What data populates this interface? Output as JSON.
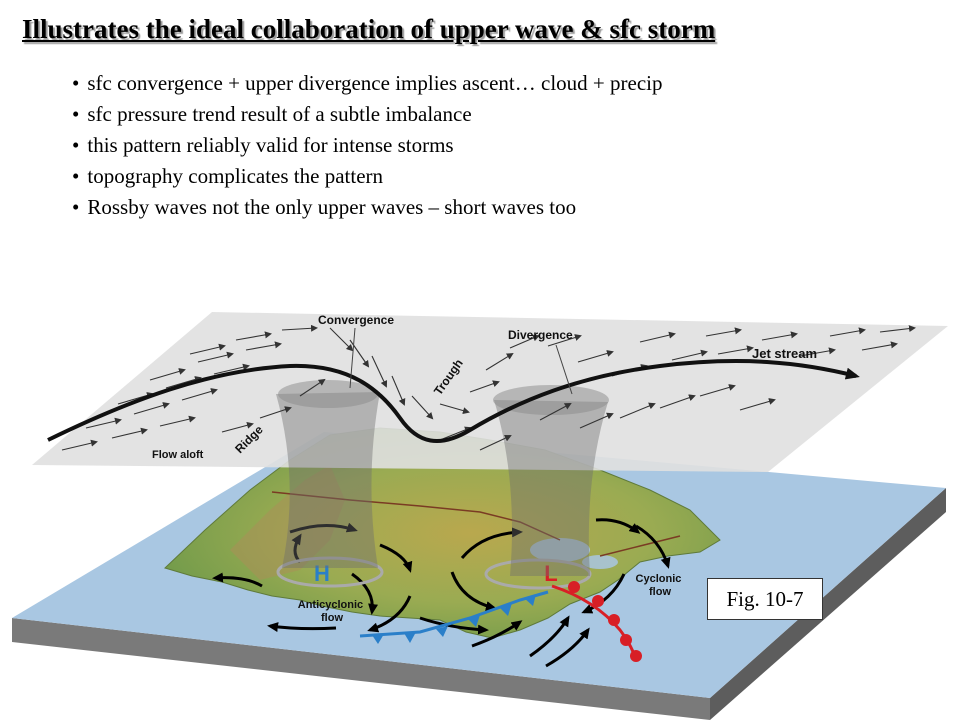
{
  "slide": {
    "title": "Illustrates the ideal collaboration of upper wave & sfc storm",
    "bullets": [
      "sfc convergence + upper divergence implies ascent… cloud + precip",
      "sfc pressure trend result of a subtle imbalance",
      "this pattern reliably valid for intense storms",
      "topography complicates the pattern",
      "Rossby waves not the only upper waves – short waves too"
    ]
  },
  "figure": {
    "labels": {
      "convergence": "Convergence",
      "divergence": "Divergence",
      "trough": "Trough",
      "ridge": "Ridge",
      "jet_stream": "Jet stream",
      "flow_aloft": "Flow aloft",
      "high": "H",
      "low": "L",
      "anticyclonic_1": "Anticyclonic",
      "anticyclonic_2": "flow",
      "cyclonic_1": "Cyclonic",
      "cyclonic_2": "flow"
    },
    "caption": "Fig. 10-7",
    "colors": {
      "upper_plane": "#e0e0e0",
      "ocean": "#a9c7e2",
      "land": "#97a94f",
      "cold_front": "#2a7fc9",
      "warm_front": "#d81f26",
      "high_label": "#2a7fc9",
      "low_label": "#d81f26"
    }
  }
}
